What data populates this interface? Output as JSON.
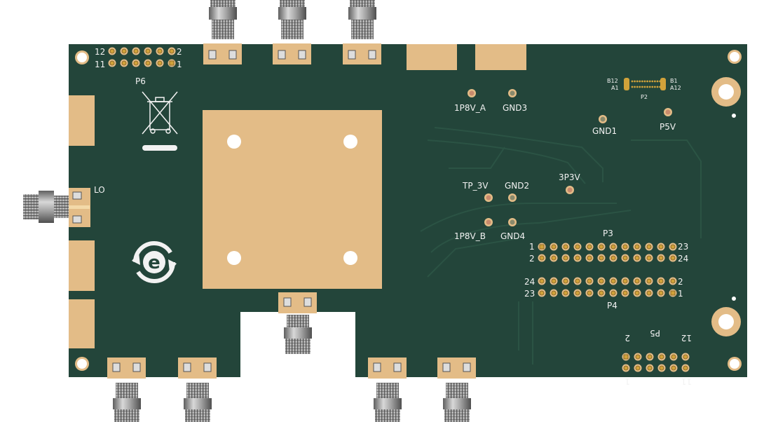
{
  "colors": {
    "pcb": "#23453a",
    "pcb_dark": "#1c3a30",
    "pcb_trace": "#2a5142",
    "pad_gold": "#e3bc87",
    "pin_gold": "#d1a23a",
    "silkscreen": "#f2f2f2",
    "sma_metal": "#9a9a9a",
    "background": "#ffffff"
  },
  "header_p6": {
    "label": "P6",
    "left_top": "12",
    "right_top": "2",
    "left_bottom": "11",
    "right_bottom": "1"
  },
  "lo_label": "LO",
  "testpoints": {
    "tp_1p8v_a": "1P8V_A",
    "tp_gnd3": "GND3",
    "tp_gnd1": "GND1",
    "tp_p5v": "P5V",
    "tp_3p3v": "3P3V",
    "tp_tp3v": "TP_3V",
    "tp_gnd2": "GND2",
    "tp_1p8v_b": "1P8V_B",
    "tp_gnd4": "GND4"
  },
  "p2": {
    "label": "P2",
    "b12": "B12",
    "a1": "A1",
    "b1": "B1",
    "a12": "A12"
  },
  "p3": {
    "label": "P3",
    "left_top": "1",
    "left_bottom": "2",
    "right_top": "23",
    "right_bottom": "24"
  },
  "p4": {
    "label": "P4",
    "left_top": "24",
    "left_bottom": "23",
    "right_top": "2",
    "right_bottom": "1"
  },
  "p5": {
    "label": "P5",
    "left_top": "1",
    "left_bottom": "2",
    "right_top": "11",
    "right_bottom": "12"
  },
  "icons": {
    "weee": "weee-bin-icon",
    "eco": "environment-friendly-icon"
  }
}
